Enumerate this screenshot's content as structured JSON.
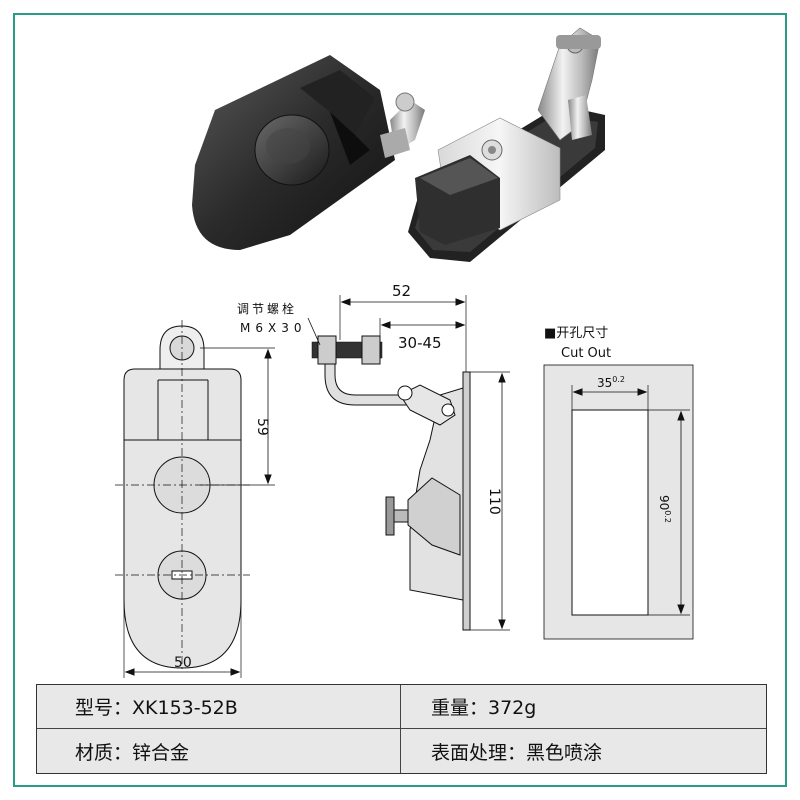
{
  "annotations": {
    "dim_52": "52",
    "dim_30_45": "30-45",
    "dim_59": "59",
    "dim_110": "110",
    "dim_50": "50",
    "bolt_label_line1": "调节螺栓",
    "bolt_label_line2": "M6X30",
    "cutout_title": "■开孔尺寸",
    "cutout_subtitle": "Cut Out",
    "cutout_width": "35",
    "cutout_width_tol": "0.2",
    "cutout_height": "90",
    "cutout_height_tol": "0.2"
  },
  "spec": {
    "model": "型号：XK153-52B",
    "weight": "重量：372g",
    "material": "材质：锌合金",
    "finish": "表面处理：黑色喷涂"
  },
  "colors": {
    "frame": "#2a9a8a",
    "table_bg": "#e8e8e8"
  }
}
